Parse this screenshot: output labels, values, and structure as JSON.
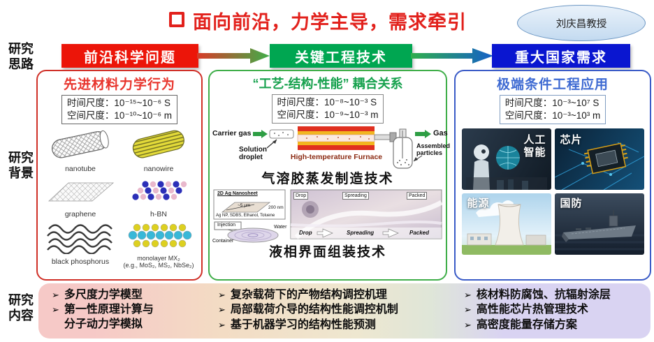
{
  "title": {
    "text": "面向前沿，力学主导，需求牵引"
  },
  "badge": {
    "text": "刘庆昌教授"
  },
  "bullet_char": "➢",
  "row_labels": {
    "approach": "研究\n思路",
    "background": "研究\n背景",
    "content": "研究\n内容"
  },
  "flow": {
    "step1": "前沿科学问题",
    "step2": "关键工程技术",
    "step3": "重大国家需求"
  },
  "left_panel": {
    "title": "先进材料力学行为",
    "time_scale": "时间尺度：10⁻¹⁵~10⁻⁶ S",
    "space_scale": "空间尺度：10⁻¹⁰~10⁻⁶ m",
    "materials": [
      {
        "label": "nanotube"
      },
      {
        "label": "nanowire"
      },
      {
        "label": "graphene"
      },
      {
        "label": "h-BN"
      },
      {
        "label": "black phosphorus"
      },
      {
        "label": "monolayer MX₂\n(e.g., MoS₂, MS₂, NbSe₂)"
      }
    ]
  },
  "mid_panel": {
    "title": "“工艺-结构-性能” 耦合关系",
    "time_scale": "时间尺度：10⁻⁸~10⁻³ S",
    "space_scale": "空间尺度：10⁻⁹~10⁻³ m",
    "aerosol": {
      "carrier_gas": "Carrier gas",
      "solution_droplet": "Solution droplet",
      "furnace": "High-temperature Furnace",
      "gas": "Gas",
      "assembled": "Assembled particles",
      "caption": "气溶胶蒸发制造技术"
    },
    "liquid": {
      "nanosheet": "2D Ag Nanosheet",
      "size1": "~5 μm",
      "size2": "200 nm",
      "recipe": "Ag NP, SDBS, Ethanol, Toluene",
      "injection": "Injection",
      "water": "Water",
      "container": "Container",
      "stages": [
        "Drop",
        "Spreading",
        "Packed"
      ],
      "caption": "液相界面组装技术"
    }
  },
  "right_panel": {
    "title": "极端条件工程应用",
    "time_scale": "时间尺度：10⁻³~10⁷ S",
    "space_scale": "空间尺度：10⁻³~10³ m",
    "applications": [
      {
        "label": "人工智能"
      },
      {
        "label": "芯片"
      },
      {
        "label": "能源"
      },
      {
        "label": "国防"
      }
    ]
  },
  "research_content": {
    "left": [
      "多尺度力学模型",
      "第一性原理计算与\n分子动力学模拟"
    ],
    "middle": [
      "复杂载荷下的产物结构调控机理",
      "局部载荷介导的结构性能调控机制",
      "基于机器学习的结构性能预测"
    ],
    "right": [
      "核材料防腐蚀、抗辐射涂层",
      "高性能芯片热管理技术",
      "高密度能量存储方案"
    ]
  },
  "colors": {
    "accent_red": "#e2211c",
    "accent_green": "#00a651",
    "accent_blue": "#0a16d0",
    "panel_border_red": "#d03028",
    "panel_border_green": "#3fae49",
    "panel_border_blue": "#3a5bc7"
  }
}
